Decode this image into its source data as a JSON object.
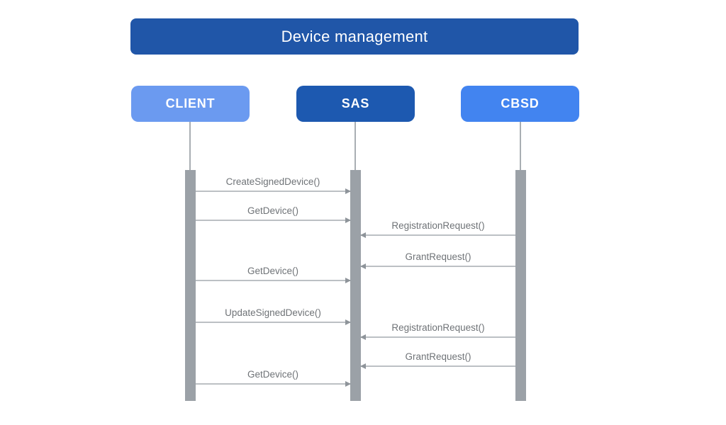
{
  "title": {
    "label": "Device management"
  },
  "actors": [
    {
      "id": "client",
      "label": "CLIENT",
      "bg": "#6B9AF0"
    },
    {
      "id": "sas",
      "label": "SAS",
      "bg": "#1D59B0"
    },
    {
      "id": "cbsd",
      "label": "CBSD",
      "bg": "#4284F0"
    }
  ],
  "messages": [
    {
      "label": "CreateSignedDevice()",
      "from": "CLIENT",
      "to": "SAS"
    },
    {
      "label": "GetDevice()",
      "from": "CLIENT",
      "to": "SAS"
    },
    {
      "label": "RegistrationRequest()",
      "from": "CBSD",
      "to": "SAS"
    },
    {
      "label": "GrantRequest()",
      "from": "CBSD",
      "to": "SAS"
    },
    {
      "label": "GetDevice()",
      "from": "CLIENT",
      "to": "SAS"
    },
    {
      "label": "UpdateSignedDevice()",
      "from": "CLIENT",
      "to": "SAS"
    },
    {
      "label": "RegistrationRequest()",
      "from": "CBSD",
      "to": "SAS"
    },
    {
      "label": "GrantRequest()",
      "from": "CBSD",
      "to": "SAS"
    },
    {
      "label": "GetDevice()",
      "from": "CLIENT",
      "to": "SAS"
    }
  ],
  "colors": {
    "title_bg": "#2056A8",
    "client_bg": "#6B9AF0",
    "sas_bg": "#1D59B0",
    "cbsd_bg": "#4284F0",
    "lifeline": "#A9AEB3",
    "activation_bar": "#9BA1A7",
    "message_line": "#BCC0C4",
    "arrowhead": "#8E949A",
    "message_text": "#6F7377",
    "background": "#FFFFFF"
  }
}
